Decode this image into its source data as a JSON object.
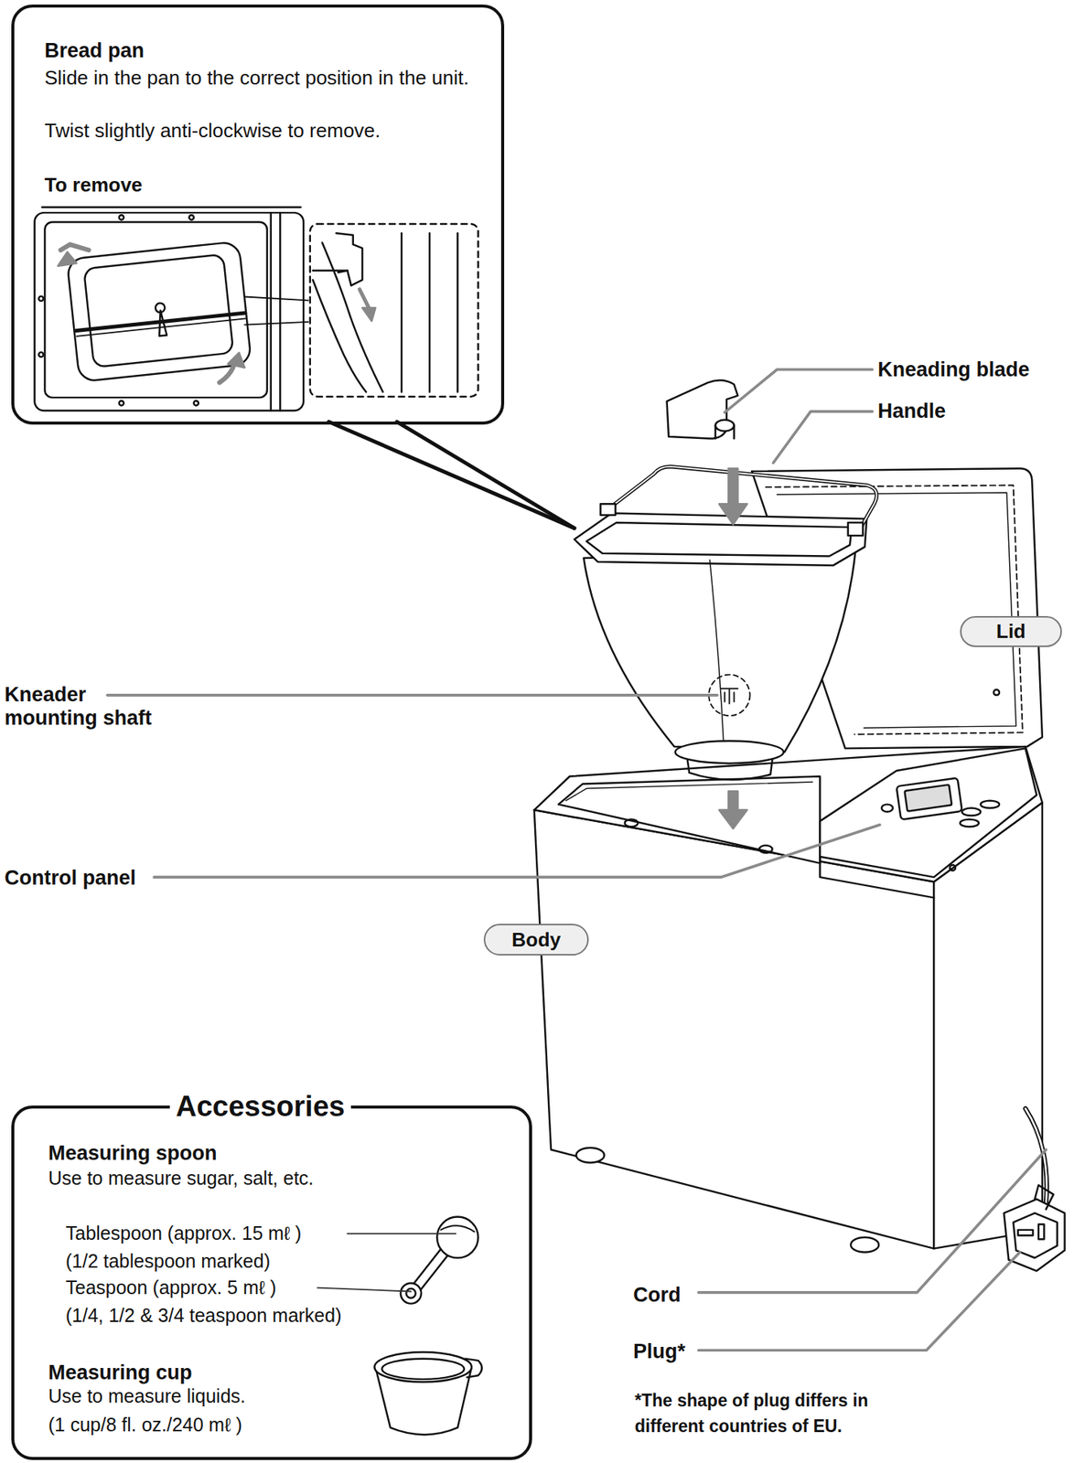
{
  "diagram": {
    "nodes": [
      {
        "text": [
          "Bread pan",
          "Slide in the pan to the correct position in the unit.",
          "Twist slightly anti-clockwise to remove.",
          "To remove"
        ]
      },
      {
        "text": [
          "Lid"
        ]
      },
      {
        "text": [
          "Body"
        ]
      },
      {
        "text": [
          "Accessories",
          "Measuring spoon",
          "Use to measure sugar, salt, etc.",
          "Tablespoon (approx. 15 mℓ )",
          "(1/2 tablespoon marked)",
          "Teaspoon (approx. 5 mℓ )",
          "(1/4, 1/2 & 3/4 teaspoon marked)",
          "Measuring cup",
          "Use to measure liquids.",
          "(1 cup/8 fl. oz./240 mℓ )"
        ]
      }
    ],
    "labels": [
      "Kneading blade",
      "Handle",
      "Kneader mounting shaft",
      "Control panel",
      "Cord",
      "Plug*",
      "*The shape of plug differs in different countries of EU."
    ]
  }
}
